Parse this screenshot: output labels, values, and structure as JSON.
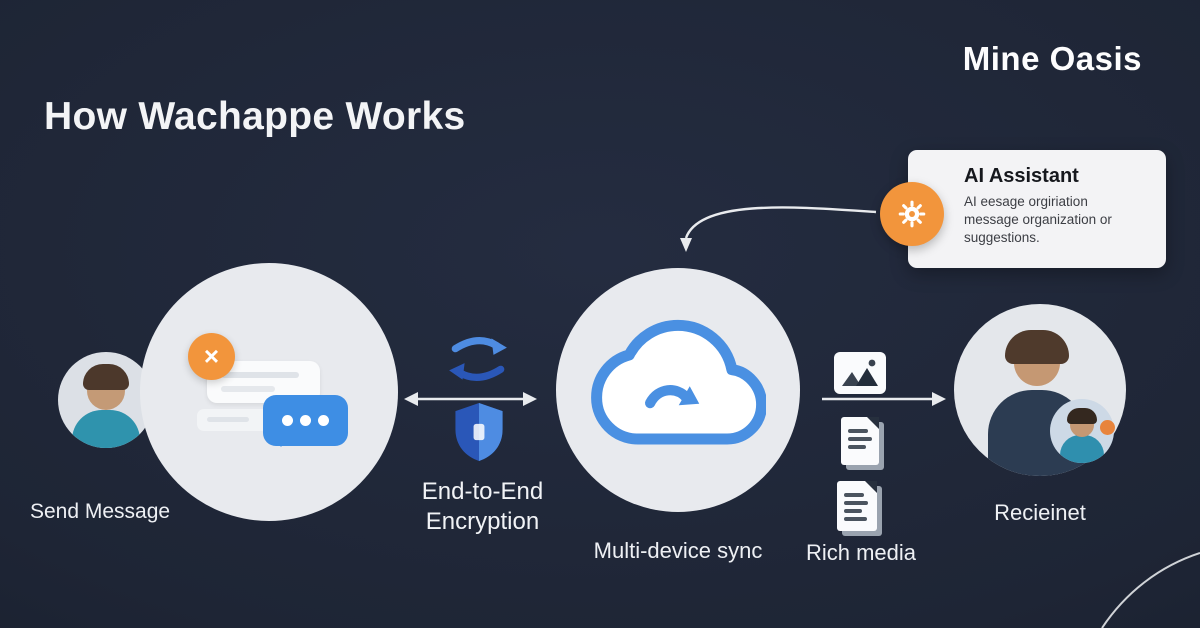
{
  "brand": "Mine Oasis",
  "title": "How Wachappe Works",
  "ai_card": {
    "title": "AI Assistant",
    "body_line1": "AI eesage orgiriation",
    "body_line2": "message organization or",
    "body_line3": "suggestions."
  },
  "flow": {
    "sender": {
      "label": "Send Message"
    },
    "encryption": {
      "line1": "End-to-End",
      "line2": "Encryption"
    },
    "sync": {
      "label": "Multi-device sync"
    },
    "media": {
      "label": "Rich media"
    },
    "recipient": {
      "label": "Recieinet"
    }
  },
  "icons": {
    "close_glyph": "×"
  },
  "colors": {
    "background": "#1e2535",
    "circle_bg": "#e8eaee",
    "accent_blue": "#3e8ee4",
    "accent_blue_dark": "#2a57b8",
    "accent_orange": "#f2953c",
    "card_bg": "#f3f3f5",
    "text_light": "#eef0f4",
    "text_dark": "#16181d"
  }
}
